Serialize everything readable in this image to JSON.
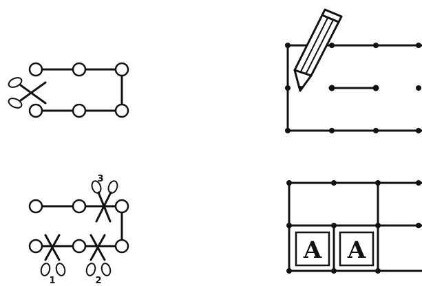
{
  "colors": {
    "ink": "#111111",
    "paper": "#ffffff"
  },
  "icons": [
    "scissors-icon",
    "pencil-icon"
  ],
  "steps": [
    {
      "label": "1"
    },
    {
      "label": "2"
    },
    {
      "label": "3"
    }
  ],
  "folded_pocket": {
    "letters": [
      "A",
      "A"
    ]
  }
}
